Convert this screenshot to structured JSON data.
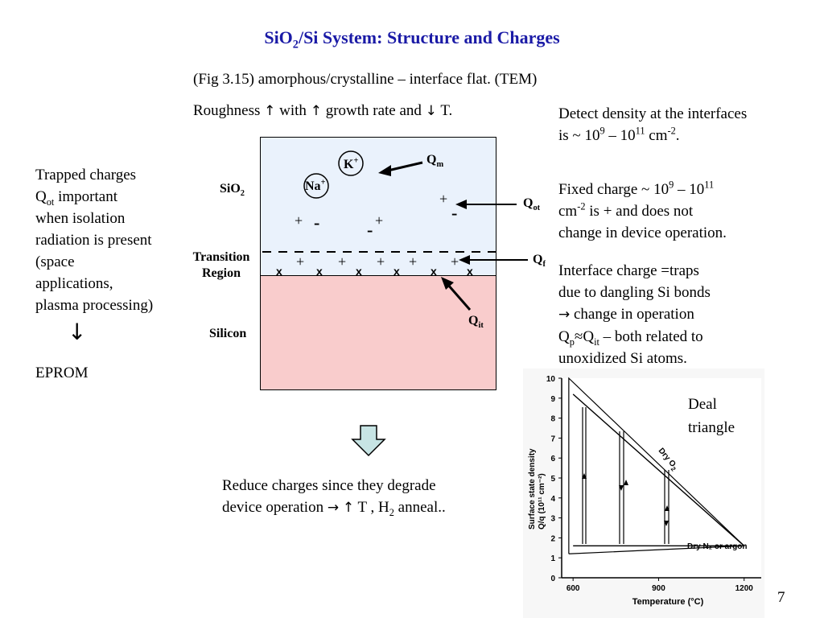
{
  "title": {
    "pre": "SiO",
    "sub": "2",
    "post": "/Si System: Structure and Charges"
  },
  "line1": "(Fig 3.15) amorphous/crystalline – interface flat. (TEM)",
  "line2": {
    "a": "Roughness ",
    "arrow_up": "↑",
    "b": " with ",
    "c": " growth rate and ",
    "arrow_down": "↓",
    "d": " T."
  },
  "left_note": {
    "l1": "Trapped charges",
    "l2_pre": "Q",
    "l2_sub": "ot",
    "l2_post": " important",
    "l3": "when isolation",
    "l4": "radiation is present",
    "l5": "(space",
    "l6": "applications,",
    "l7": "plasma processing)",
    "arrow": "↓",
    "eprom": "EPROM"
  },
  "diagram": {
    "sio2_pre": "SiO",
    "sio2_sub": "2",
    "transition_1": "Transition",
    "transition_2": "Region",
    "silicon": "Silicon",
    "k_ion": "K",
    "na_ion": "Na",
    "ion_charge": "+",
    "qm": {
      "pre": "Q",
      "sub": "m"
    },
    "qot": {
      "pre": "Q",
      "sub": "ot"
    },
    "qf": {
      "pre": "Q",
      "sub": "f"
    },
    "qit": {
      "pre": "Q",
      "sub": "it"
    },
    "plus": "+",
    "minus": "-",
    "x": "x",
    "colors": {
      "oxide": "#eaf2fc",
      "silicon": "#f9cccc",
      "outline": "#000000"
    }
  },
  "right": {
    "p1_l1": "Detect density at the interfaces",
    "p1_l2_a": "is ~ 10",
    "p1_l2_sup1": "9",
    "p1_l2_b": " – 10",
    "p1_l2_sup2": "11",
    "p1_l2_c": " cm",
    "p1_l2_sup3": "-2",
    "p1_l2_d": ".",
    "p2_l1_a": "Fixed charge ~ 10",
    "p2_l1_sup1": "9",
    "p2_l1_b": " – 10",
    "p2_l1_sup2": "11",
    "p2_l2_a": "cm",
    "p2_l2_sup": "-2",
    "p2_l2_b": " is  +  and does not",
    "p2_l3": "change in device operation.",
    "p3_l1": "Interface charge =traps",
    "p3_l2": "due to dangling Si bonds",
    "p3_l3_arrow": "→",
    "p3_l3": " change in operation",
    "p3_l4_a": "Q",
    "p3_l4_sub1": "p",
    "p3_l4_b": "≈Q",
    "p3_l4_sub2": "it",
    "p3_l4_c": " – both related to",
    "p3_l5": "unoxidized Si atoms."
  },
  "bottom": {
    "l1": "Reduce charges since they degrade",
    "l2_a": "device operation ",
    "l2_arrow": "→",
    "l2_up": "↑",
    "l2_b": " T , H",
    "l2_sub": "2",
    "l2_c": " anneal.."
  },
  "deal_chart": {
    "caption_1": "Deal",
    "caption_2": "triangle",
    "ylabel_1": "Surface state density",
    "ylabel_2": "Q/q (10¹¹ cm⁻²)",
    "xlabel": "Temperature (°C)",
    "y_ticks": [
      "0",
      "1",
      "2",
      "3",
      "4",
      "5",
      "6",
      "7",
      "8",
      "9",
      "10"
    ],
    "x_ticks": [
      "600",
      "900",
      "1200"
    ],
    "dry_o2_pre": "Dry O",
    "dry_o2_sub": "2",
    "dry_n2": "Dry N₂ or argon"
  },
  "chart_data": {
    "type": "line",
    "title": "",
    "xlabel": "Temperature (°C)",
    "ylabel": "Surface state density Q/q (10¹¹ cm⁻²)",
    "xlim": [
      560,
      1260
    ],
    "ylim": [
      0,
      10
    ],
    "series": [
      {
        "name": "Dry O2",
        "x": [
          600,
          1200
        ],
        "y": [
          9.2,
          1.6
        ]
      },
      {
        "name": "Dry N2 or argon",
        "x": [
          600,
          1200
        ],
        "y": [
          1.6,
          1.6
        ]
      }
    ],
    "annotations": [
      {
        "text": "Dry O2",
        "x": 1000,
        "y": 5.8
      },
      {
        "text": "Dry N2 or argon",
        "x": 900,
        "y": 1.1
      }
    ]
  },
  "page_number": "7"
}
